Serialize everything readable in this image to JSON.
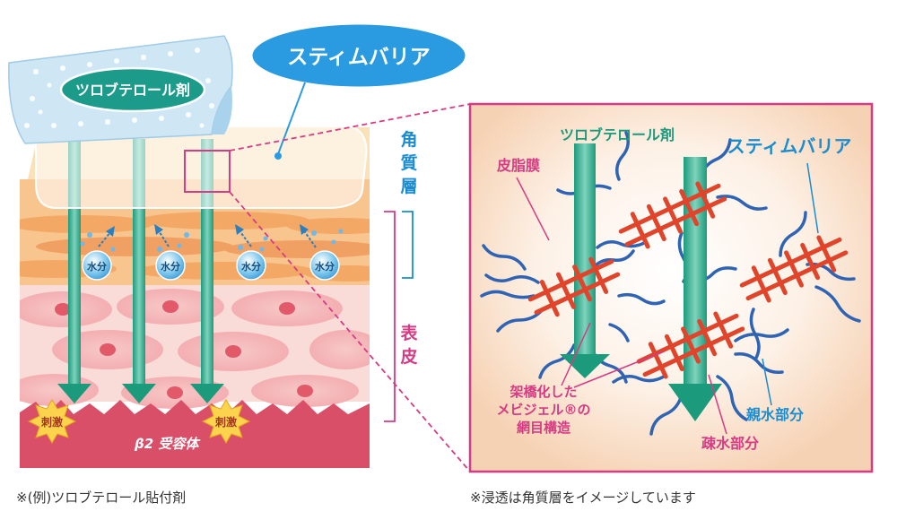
{
  "labels": {
    "patch": "ツロブテロール剤",
    "barrier_callout": "スティムバリア",
    "stratum_corneum": "角質層",
    "epidermis": "表皮",
    "water": "水分",
    "stimulus": "刺激",
    "receptor": "β2 受容体"
  },
  "zoom": {
    "tulobuterol": "ツロブテロール剤",
    "barrier": "スティムバリア",
    "sebum": "皮脂膜",
    "mesh_line1": "架橋化した",
    "mesh_line2": "メビジェル®の",
    "mesh_line3": "網目構造",
    "hydrophilic": "親水部分",
    "hydrophobic": "疎水部分"
  },
  "footnotes": {
    "left": "※(例)ツロブテロール貼付剤",
    "right": "※浸透は角質層をイメージしています"
  },
  "colors": {
    "pink": "#d63b84",
    "blue": "#1a8ccf",
    "green": "#1c9a7c",
    "red_mesh": "#e0452c",
    "chain_blue": "#2f63b3",
    "receptor_band": "#d94f68"
  }
}
